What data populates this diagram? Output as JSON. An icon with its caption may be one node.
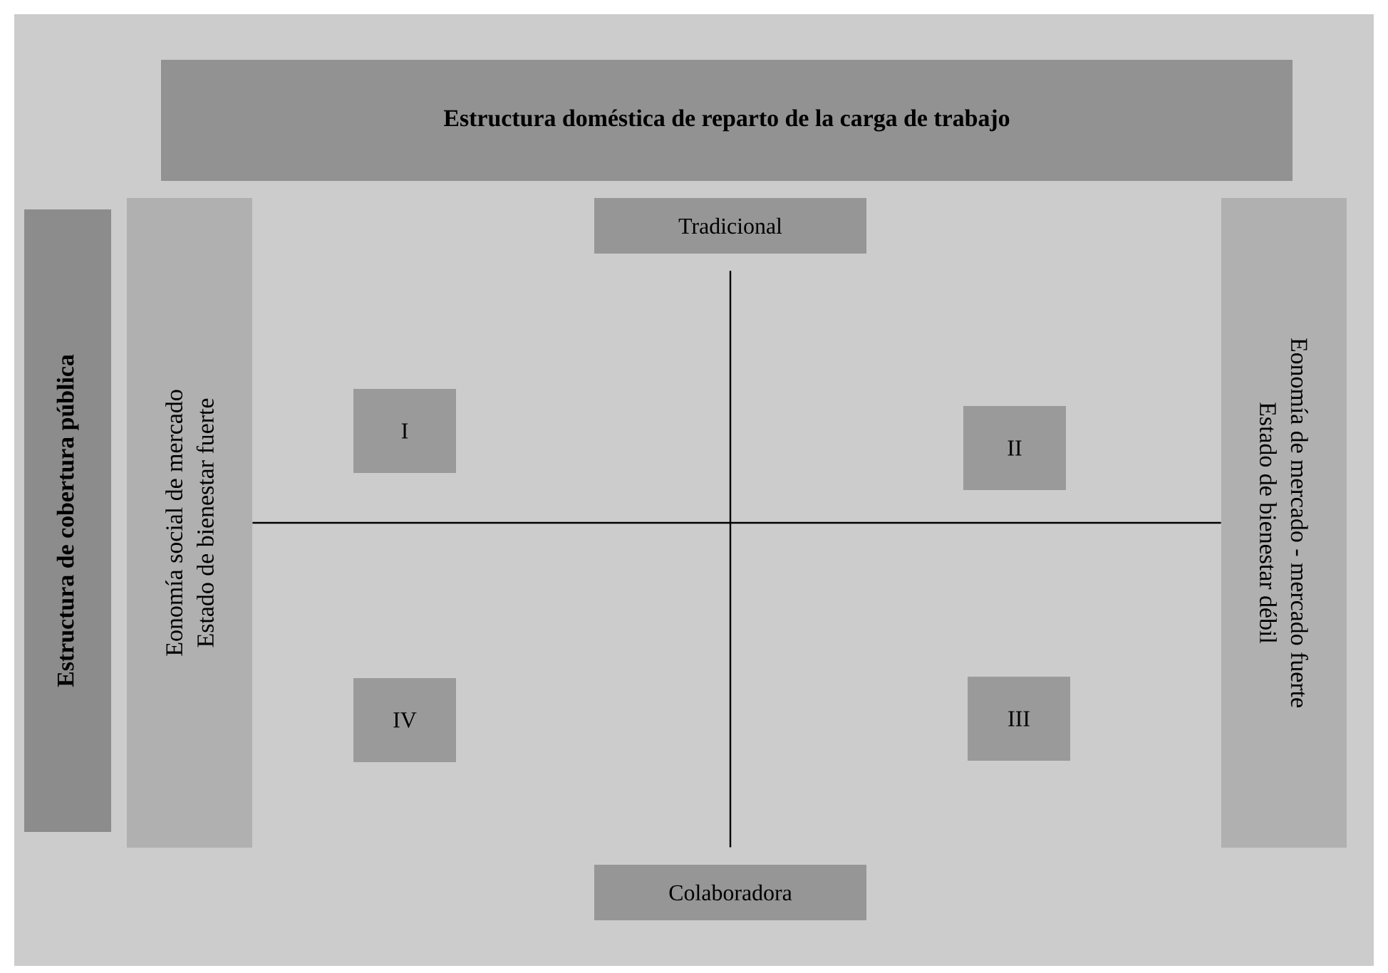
{
  "diagram": {
    "nodes": [
      {
        "text": [
          "Estructura doméstica de reparto de la carga de trabajo"
        ]
      },
      {
        "text": [
          "Estructura de cobertura pública"
        ]
      },
      {
        "text": [
          "Eonomía social de mercado",
          "Estado de bienestar fuerte"
        ]
      },
      {
        "text": [
          "Tradicional"
        ]
      },
      {
        "text": [
          "I"
        ]
      },
      {
        "text": [
          "II"
        ]
      },
      {
        "text": [
          "IV"
        ]
      },
      {
        "text": [
          "III"
        ]
      },
      {
        "text": [
          "Eonomía de mercado - mercado fuerte",
          "Estado de bienestar débil"
        ]
      },
      {
        "text": [
          "Colaboradora"
        ]
      }
    ],
    "edges": [
      {
        "from": 2,
        "to": 8,
        "arrow": "none"
      },
      {
        "from": 3,
        "to": 9,
        "arrow": "none"
      }
    ]
  }
}
